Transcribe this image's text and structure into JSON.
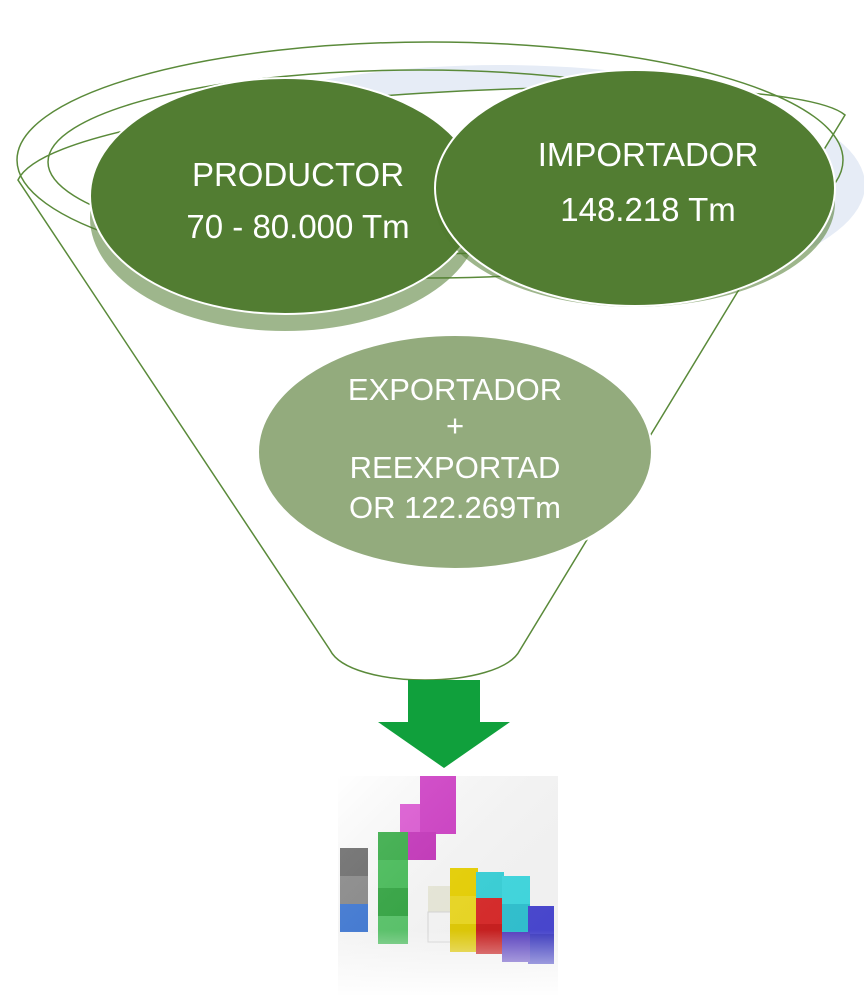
{
  "diagram": {
    "producer": {
      "title": "PRODUCTOR",
      "value": "70 - 80.000 Tm"
    },
    "importer": {
      "title": "IMPORTADOR",
      "value": "148.218 Tm"
    },
    "exporter": {
      "line1": "EXPORTADOR",
      "line2": "+",
      "line3": "REEXPORTAD",
      "line4": "OR 122.269Tm"
    }
  },
  "colors": {
    "dark_green": "#527d32",
    "light_green": "#93ab7d",
    "outline": "#5a8a3a",
    "arrow": "#10a03c",
    "halo": "#e6ecf6"
  },
  "icons": [
    "funnel-icon",
    "down-arrow-icon",
    "tetris-blocks-icon"
  ]
}
